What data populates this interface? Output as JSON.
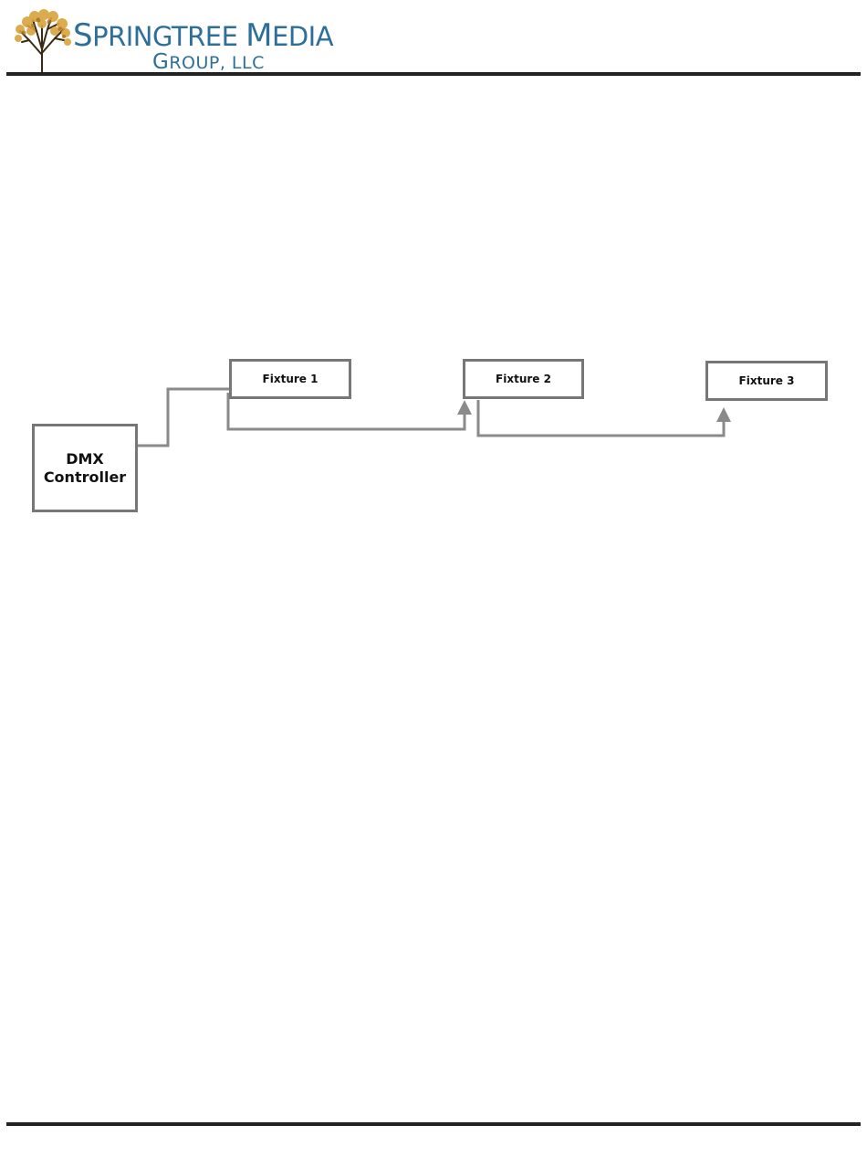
{
  "header": {
    "logo": {
      "line1_initial": "S",
      "line1_rest": "PRINGTREE ",
      "line1_initial2": "M",
      "line1_rest2": "EDIA",
      "line2_initial": "G",
      "line2_rest": "ROUP, LLC"
    }
  },
  "diagram": {
    "nodes": {
      "controller": {
        "line1": "DMX",
        "line2": "Controller"
      },
      "fixture1": {
        "label": "Fixture 1"
      },
      "fixture2": {
        "label": "Fixture 2"
      },
      "fixture3": {
        "label": "Fixture 3"
      }
    },
    "connections": [
      {
        "from": "controller",
        "to": "fixture1"
      },
      {
        "from": "fixture1",
        "to": "fixture2"
      },
      {
        "from": "fixture2",
        "to": "fixture3"
      }
    ],
    "colors": {
      "line": "#8a8a8a",
      "box_border": "#777777"
    }
  },
  "colors": {
    "brand": "#2e6f9a",
    "rule": "#222222"
  }
}
